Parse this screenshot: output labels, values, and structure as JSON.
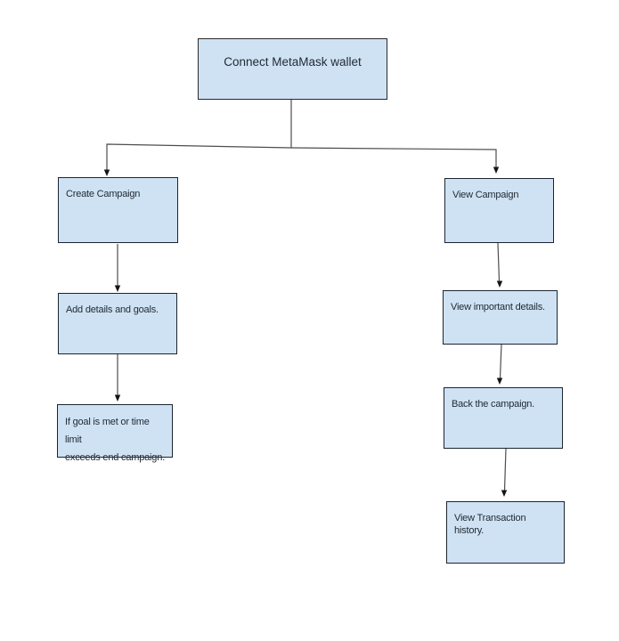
{
  "diagram": {
    "type": "flowchart",
    "root": {
      "label": "Connect MetaMask wallet"
    },
    "left_branch": [
      {
        "label": "Create Campaign"
      },
      {
        "label": "Add details and goals."
      },
      {
        "label": "If goal is met or time limit exceeds end campaign.",
        "lines": [
          "If goal is met or time limit",
          "exceeds end campaign."
        ]
      }
    ],
    "right_branch": [
      {
        "label": "View Campaign"
      },
      {
        "label": "View important details."
      },
      {
        "label": "Back the campaign."
      },
      {
        "label": "View Transaction history."
      }
    ]
  },
  "colors": {
    "background": "#ffffff",
    "node_fill": "#cfe2f3",
    "node_border": "#1b2430",
    "connector": "#4d4d4d",
    "arrowhead": "#141414",
    "text": "#212b36"
  }
}
